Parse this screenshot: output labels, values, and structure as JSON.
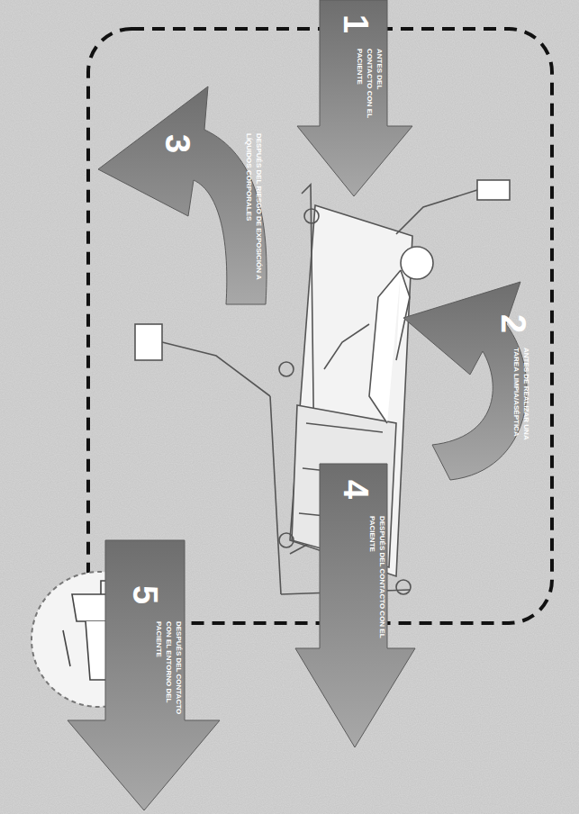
{
  "diagram": {
    "nodes": [
      {
        "text": [
          "1",
          "ANTES DEL CONTACTO CON EL PACIENTE"
        ]
      },
      {
        "text": [
          "2",
          "ANTES DE REALIZAR UNA TAREA LIMPIA/ASÉPTICA"
        ]
      },
      {
        "text": [
          "3",
          "DESPUÉS DEL RIESGO DE EXPOSICIÓN A LÍQUIDOS CORPORALES"
        ]
      },
      {
        "text": [
          "4",
          "DESPUÉS DEL CONTACTO CON EL PACIENTE"
        ]
      },
      {
        "text": [
          "5",
          "DESPUÉS DEL CONTACTO CON EL ENTORNO DEL PACIENTE"
        ]
      }
    ]
  }
}
